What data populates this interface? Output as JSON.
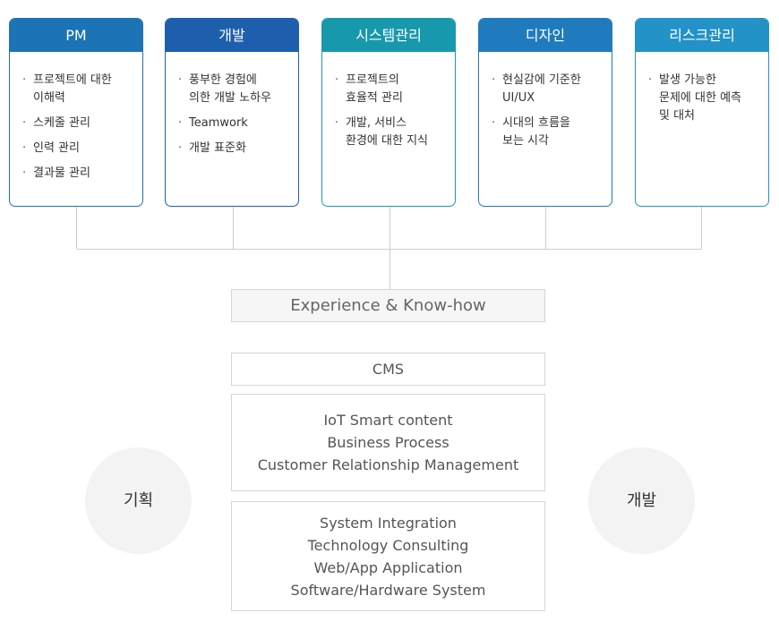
{
  "cards": [
    {
      "title": "PM",
      "color": "#1c73b6",
      "items": [
        "프로젝트에 대한\n이해력",
        "스케줄 관리",
        "인력 관리",
        "결과물 관리"
      ]
    },
    {
      "title": "개발",
      "color": "#1d5fad",
      "items": [
        "풍부한 경험에\n의한 개발 노하우",
        "Teamwork",
        "개발 표준화"
      ]
    },
    {
      "title": "시스템관리",
      "color": "#1898ad",
      "items": [
        "프로젝트의\n효율적 관리",
        "개발, 서비스\n환경에 대한 지식"
      ]
    },
    {
      "title": "디자인",
      "color": "#1f7bbd",
      "items": [
        "현실감에 기준한\nUI/UX",
        "시대의 흐름을\n보는 시각"
      ]
    },
    {
      "title": "리스크관리",
      "color": "#2292c7",
      "items": [
        "발생 가능한\n문제에 대한 예측\n및 대처"
      ]
    }
  ],
  "bullet": "·",
  "experience": "Experience & Know-how",
  "cms": "CMS",
  "group1": [
    "IoT Smart content",
    "Business Process",
    "Customer Relationship Management"
  ],
  "group2": [
    "System Integration",
    "Technology Consulting",
    "Web/App Application",
    "Software/Hardware System"
  ],
  "circle_left": "기획",
  "circle_right": "개발"
}
